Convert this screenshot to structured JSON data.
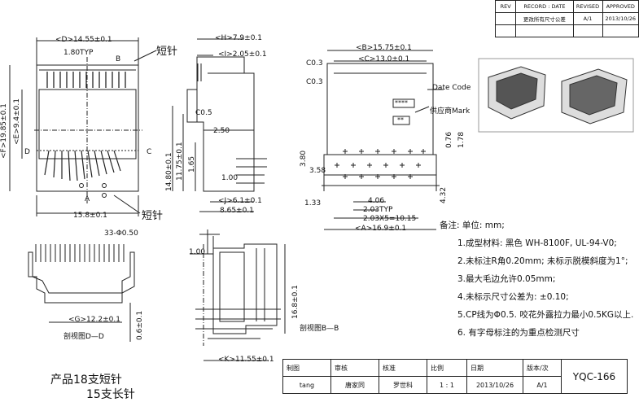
{
  "revision_table": {
    "headers": [
      "REV",
      "RECORD : DATE",
      "REVISED",
      "APPROVED"
    ],
    "row": [
      "",
      "更改所有尺寸公差",
      "A/1",
      "2013/10/26"
    ]
  },
  "front_view": {
    "dim_top": "<D>14.55±0.1",
    "dim_pitch": "1.80TYP",
    "dim_left_outer": "<F>19.85±0.1",
    "dim_left_inner": "<E>9.4±0.1",
    "dim_bottom": "15.8±0.1",
    "label_short_top": "短针",
    "label_short_bottom": "短针",
    "section_letter_b": "B",
    "section_letter_c": "C",
    "section_letter_d": "D",
    "section_letter_a": "A"
  },
  "side_view": {
    "dim_h": "<H>7.9±0.1",
    "dim_i": "<I>2.05±0.1",
    "dim_co5": "C0.5",
    "dim_250": "2.50",
    "dim_1480": "14.80±0.1",
    "dim_1175": "11.75±0.1",
    "dim_165": "1.65",
    "dim_100": "1.00",
    "dim_j": "<J>6.1±0.1",
    "dim_865": "8.65±0.1"
  },
  "top_view": {
    "dim_b": "<B>15.75±0.1",
    "dim_c": "<C>13.0±0.1",
    "dim_co3a": "C0.3",
    "dim_co3b": "C0.3",
    "label_date_code": "Date Code",
    "label_supplier_mark": "供应商Mark",
    "mark_stars4": "****",
    "mark_stars2": "**",
    "dim_380": "3.80",
    "dim_358": "3.58",
    "dim_076": "0.76",
    "dim_178": "1.78",
    "dim_133": "1.33",
    "dim_406": "4.06",
    "dim_203typ": "2.03TYP",
    "dim_1015": "2.03X5=10.15",
    "dim_a": "<A>16.9±0.1",
    "dim_432": "4.32"
  },
  "section_dd": {
    "dim_pin": "33-Φ0.50",
    "dim_g": "<G>12.2±0.1",
    "dim_06": "0.6±0.1",
    "caption": "剖视图D—D"
  },
  "section_bb": {
    "dim_100": "1.00",
    "dim_168": "16.8±0.1",
    "dim_k": "<K>11.55±0.1",
    "caption": "剖视图B—B"
  },
  "product_note": {
    "line1": "产品18支短针",
    "line2": "15支长针"
  },
  "notes": {
    "title": "备注:  单位: mm;",
    "items": [
      "1.成型材料: 黑色 WH-8100F, UL-94-V0;",
      "2.未标注R角0.20mm; 未标示脱模斜度为1°;",
      "3.最大毛边允许0.05mm;",
      "4.未标示尺寸公差为: ±0.10;",
      "5.CP线为Φ0.5. 咬花外露拉力最小0.5KG以上.",
      "6. 有字母标注的为重点检测尺寸"
    ]
  },
  "title_block": {
    "headers": [
      "制图",
      "审核",
      "核准",
      "比例",
      "日期",
      "版本/次"
    ],
    "values": [
      "tang",
      "唐家同",
      "罗世科",
      "1 : 1",
      "2013/10/26",
      "A/1"
    ],
    "part_no": "YQC-166"
  }
}
